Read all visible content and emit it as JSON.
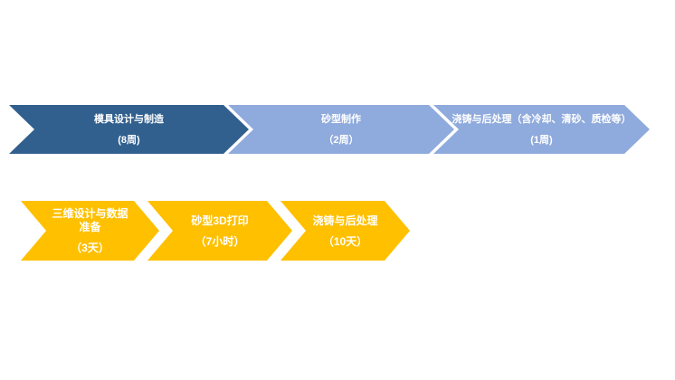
{
  "diagram_type": "process-flow-comparison",
  "colors": {
    "traditional_first_step": "#31608F",
    "traditional_other_steps": "#8FAADC",
    "rapid_steps": "#FFC000",
    "text": "#FFFFFF",
    "background": "#FFFFFF",
    "gap_stripe": "#FFFFFF"
  },
  "traditional_process": {
    "steps": [
      {
        "title": "模具设计与制造",
        "duration": "(8周)"
      },
      {
        "title": "砂型制作",
        "duration": "（2周）"
      },
      {
        "title": "浇铸与后处理（含冷却、清砂、质检等）",
        "duration": "(1周)"
      }
    ]
  },
  "rapid_process": {
    "steps": [
      {
        "title": "三维设计与数据\n准备",
        "duration": "（3天）"
      },
      {
        "title": "砂型3D打印",
        "duration": "（7小时）"
      },
      {
        "title": "浇铸与后处理",
        "duration": "（10天）"
      }
    ]
  }
}
